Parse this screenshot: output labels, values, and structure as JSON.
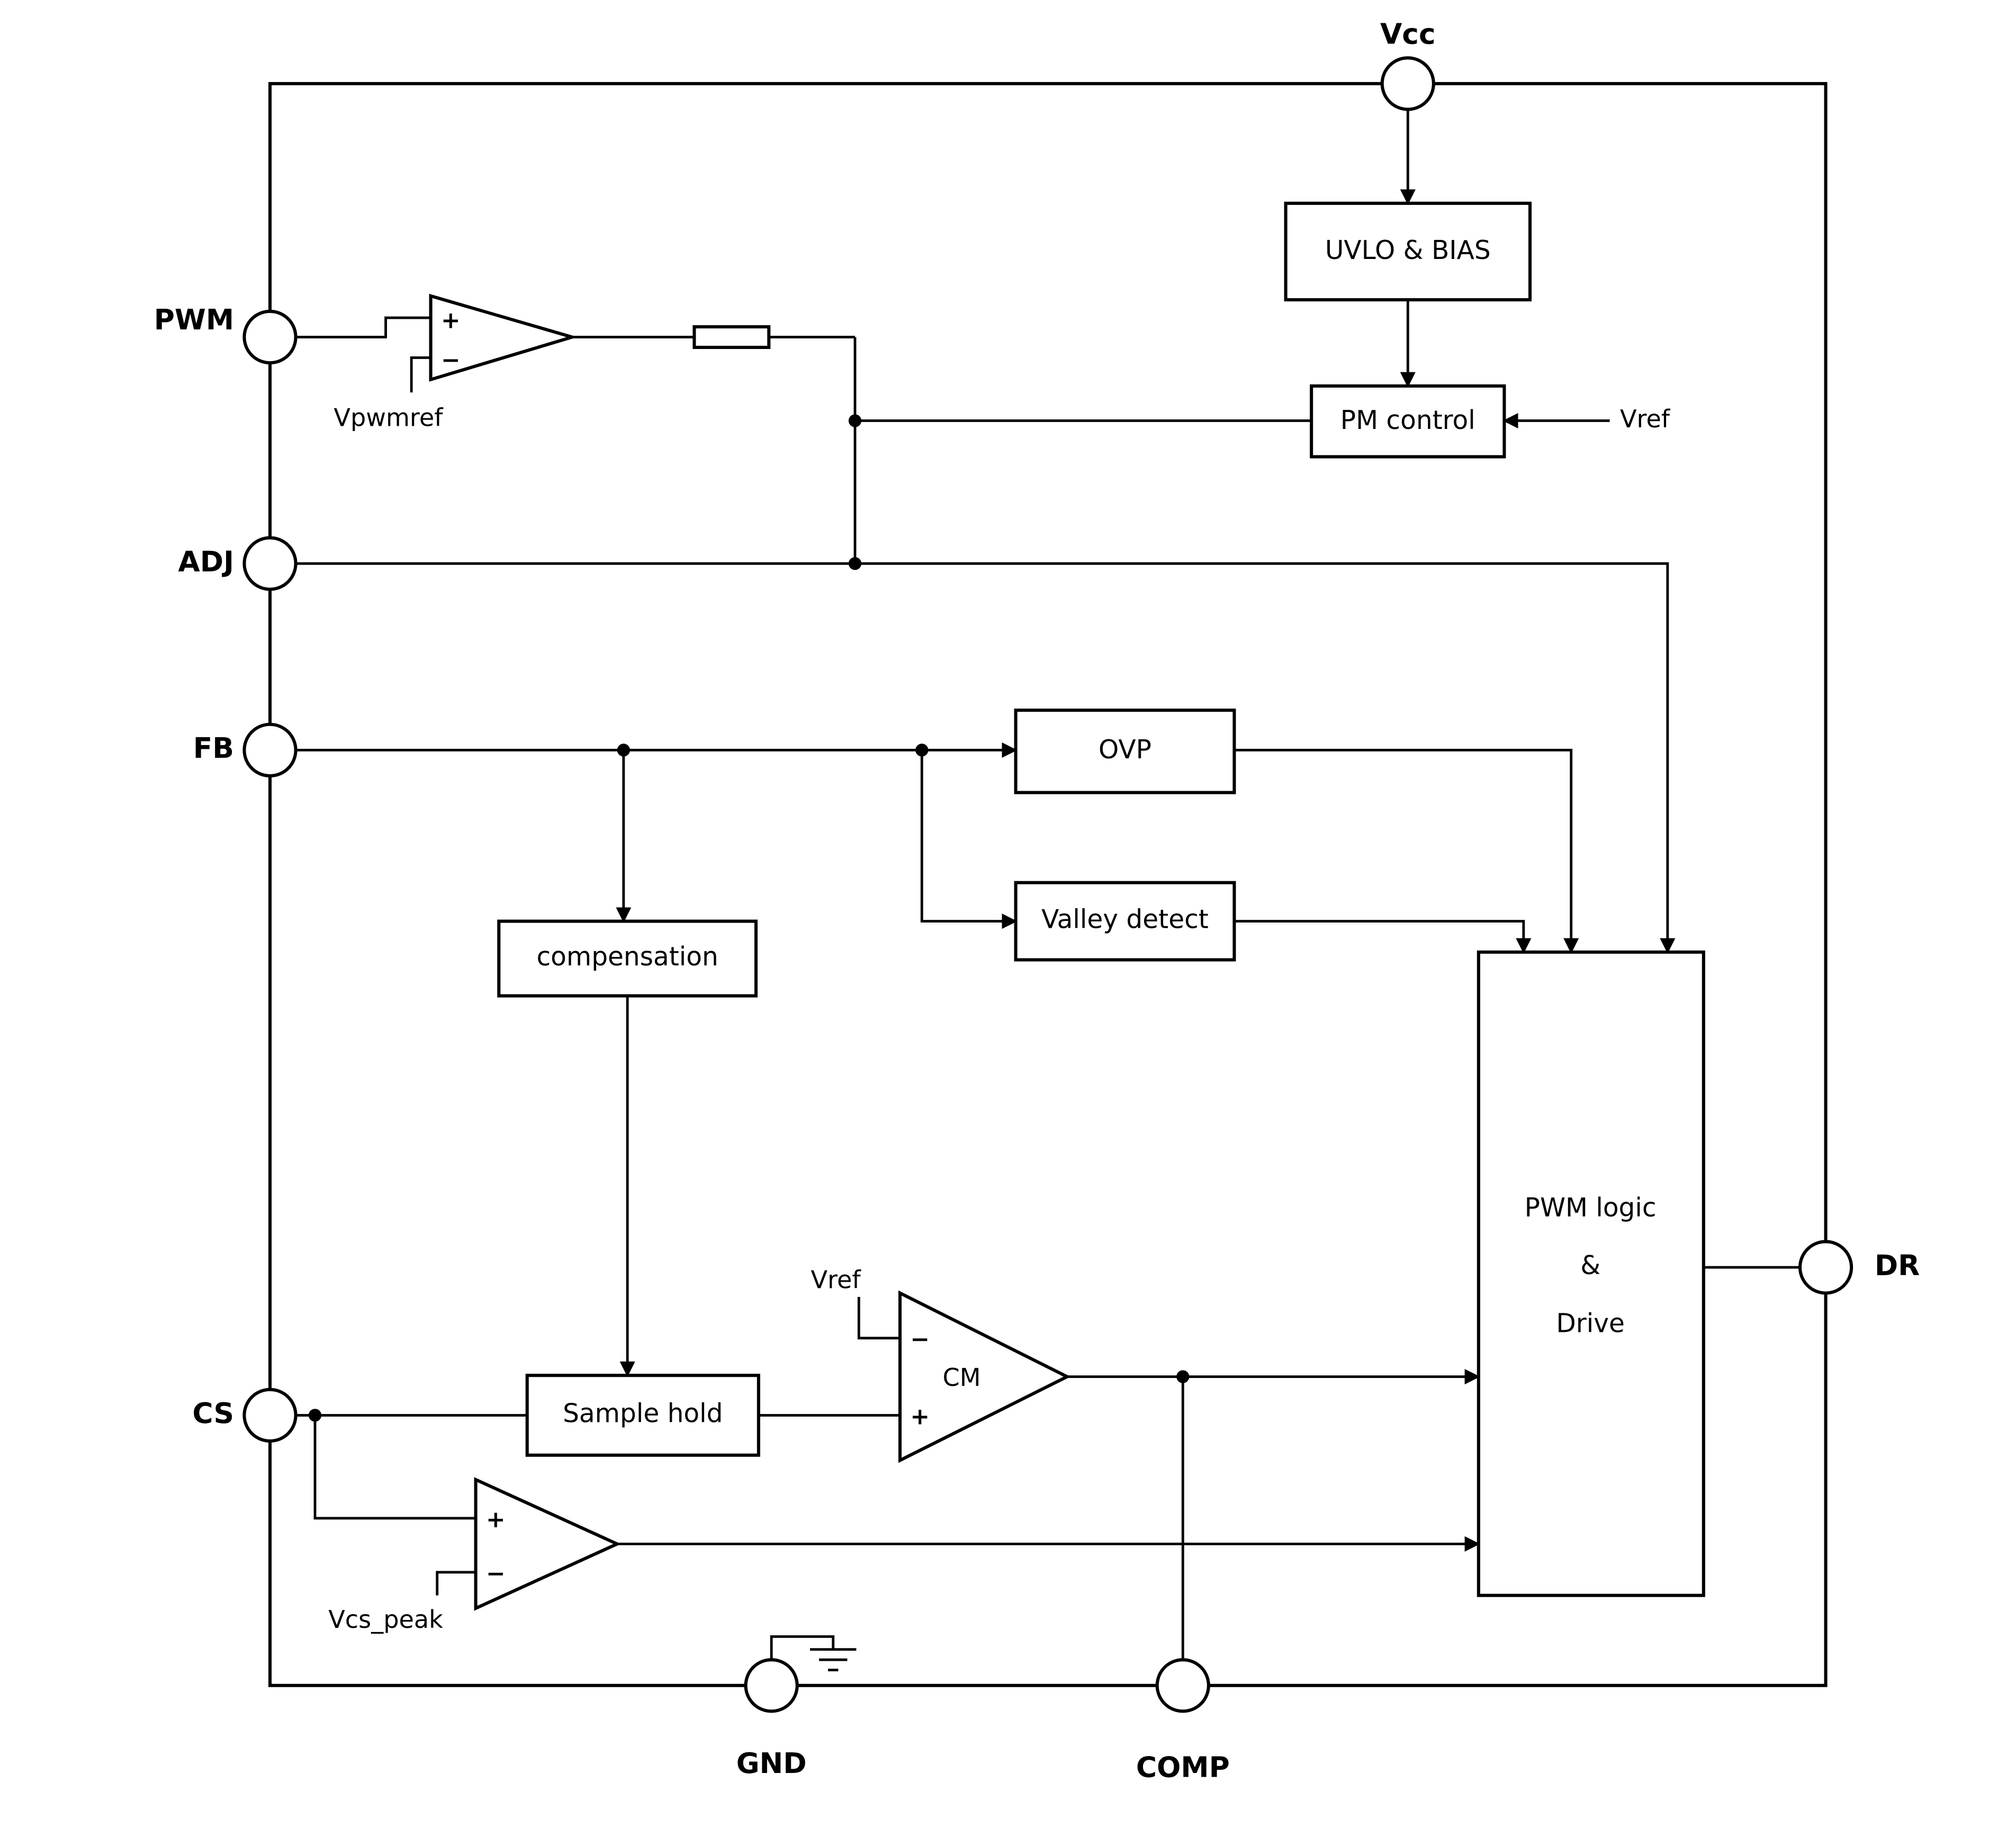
{
  "diagram": {
    "pins": {
      "vcc": "Vcc",
      "pwm": "PWM",
      "adj": "ADJ",
      "fb": "FB",
      "cs": "CS",
      "gnd": "GND",
      "comp": "COMP",
      "dr": "DR"
    },
    "blocks": {
      "uvlo_bias": "UVLO & BIAS",
      "pm_control": "PM control",
      "ovp": "OVP",
      "valley_detect": "Valley detect",
      "compensation": "compensation",
      "sample_hold": "Sample hold",
      "pwm_logic": {
        "line1": "PWM logic",
        "line2": "&",
        "line3": "Drive"
      }
    },
    "signals": {
      "vref_pm": "Vref",
      "vref_cm": "Vref",
      "vpwmref": "Vpwmref",
      "vcs_peak": "Vcs_peak",
      "cm_label": "CM"
    },
    "signs": {
      "plus": "+",
      "minus": "−"
    },
    "colors": {
      "line": "#000000",
      "background": "#ffffff"
    }
  }
}
